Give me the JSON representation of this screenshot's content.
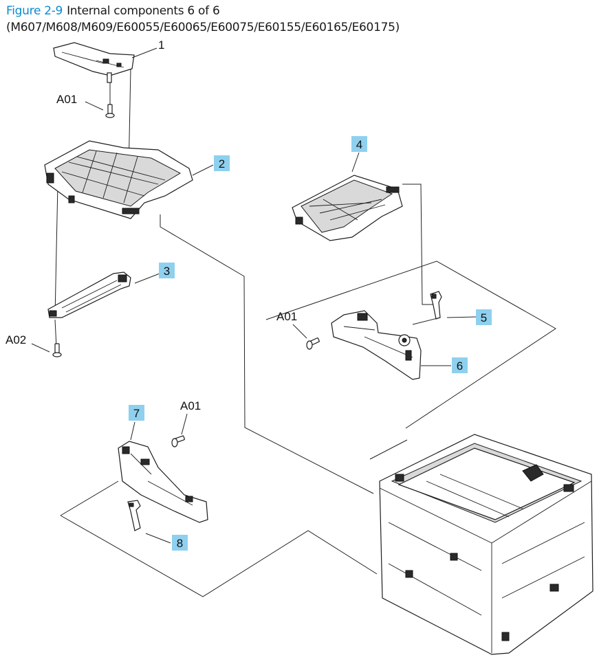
{
  "caption": {
    "figure_number": "Figure 2-9",
    "title": "Internal components 6 of 6 (M607/M608/M609/E60055/E60065/E60075/E60155/E60165/E60175)"
  },
  "callouts": {
    "c1": "1",
    "c2": "2",
    "c3": "3",
    "c4": "4",
    "c5": "5",
    "c6": "6",
    "c7": "7",
    "c8": "8"
  },
  "screw_labels": {
    "a01_top": "A01",
    "a02": "A02",
    "a01_right": "A01",
    "a01_bottom": "A01"
  },
  "colors": {
    "figure_number": "#0b8bd1",
    "callout_fill": "#8fd0ef"
  }
}
